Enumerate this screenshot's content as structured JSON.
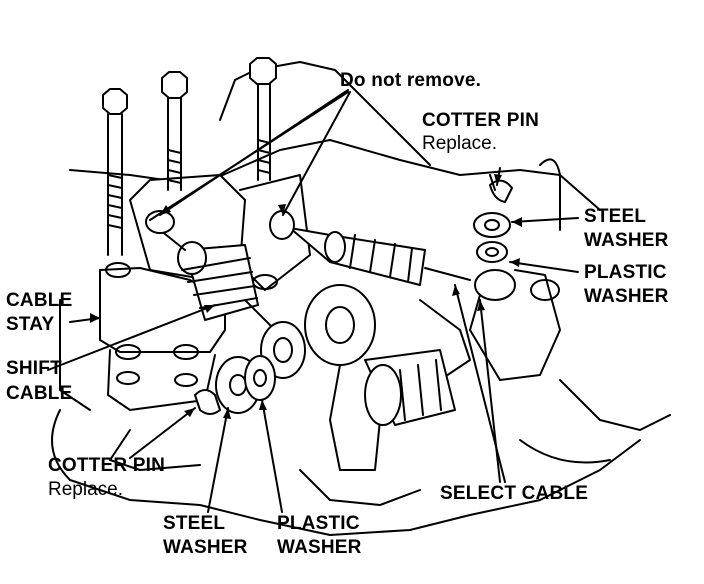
{
  "labels": {
    "do_not_remove": "Do not remove.",
    "cotter_pin_top": "COTTER PIN",
    "replace_top": "Replace.",
    "steel_washer_right_1": "STEEL",
    "steel_washer_right_2": "WASHER",
    "plastic_washer_right_1": "PLASTIC",
    "plastic_washer_right_2": "WASHER",
    "cable_stay_1": "CABLE",
    "cable_stay_2": "STAY",
    "shift_cable_1": "SHIFT",
    "shift_cable_2": "CABLE",
    "cotter_pin_bottom": "COTTER PIN",
    "replace_bottom": "Replace.",
    "steel_washer_bottom_1": "STEEL",
    "steel_washer_bottom_2": "WASHER",
    "plastic_washer_bottom_1": "PLASTIC",
    "plastic_washer_bottom_2": "WASHER",
    "select_cable": "SELECT CABLE"
  }
}
